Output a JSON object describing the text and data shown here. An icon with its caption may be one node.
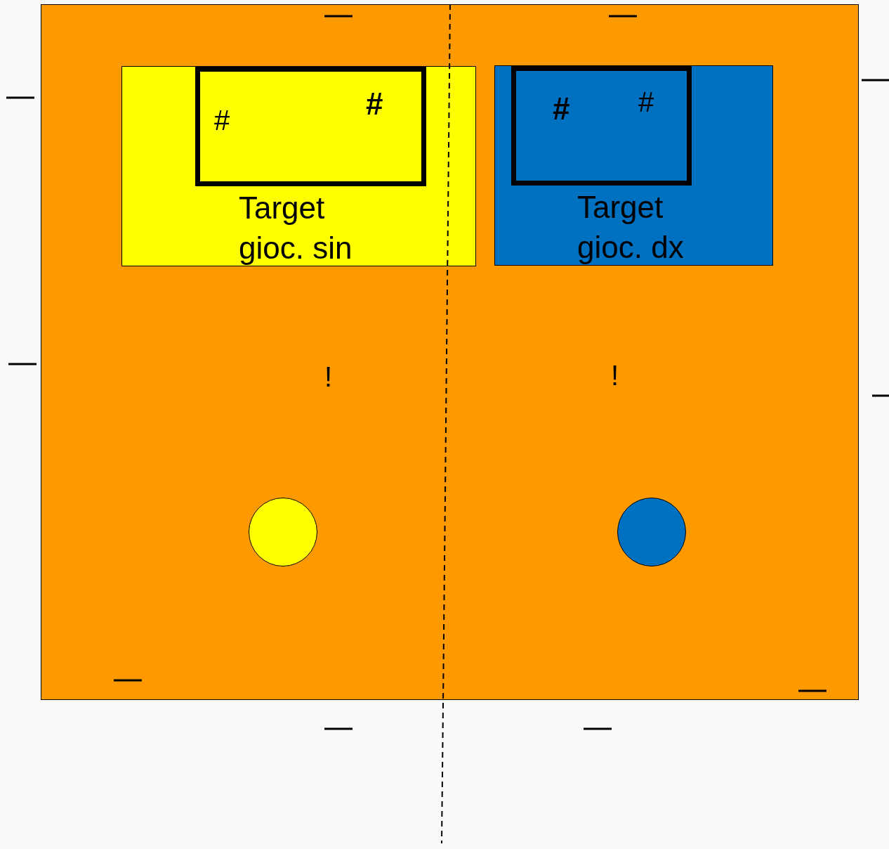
{
  "diagram": {
    "nodes": [
      {
        "text": [],
        "shape": "box"
      },
      {
        "text": [
          "Target gioc. sin"
        ],
        "in": 0
      },
      {
        "text": [
          "#",
          "#"
        ],
        "in": 1
      },
      {
        "text": [
          "Target gioc. dx"
        ],
        "in": 0
      },
      {
        "text": [
          "#",
          "#"
        ],
        "in": 3
      },
      {
        "text": [],
        "shape": "circle",
        "in": 0
      },
      {
        "text": [],
        "shape": "circle",
        "in": 0
      }
    ],
    "labels": [
      "!",
      "!"
    ]
  }
}
